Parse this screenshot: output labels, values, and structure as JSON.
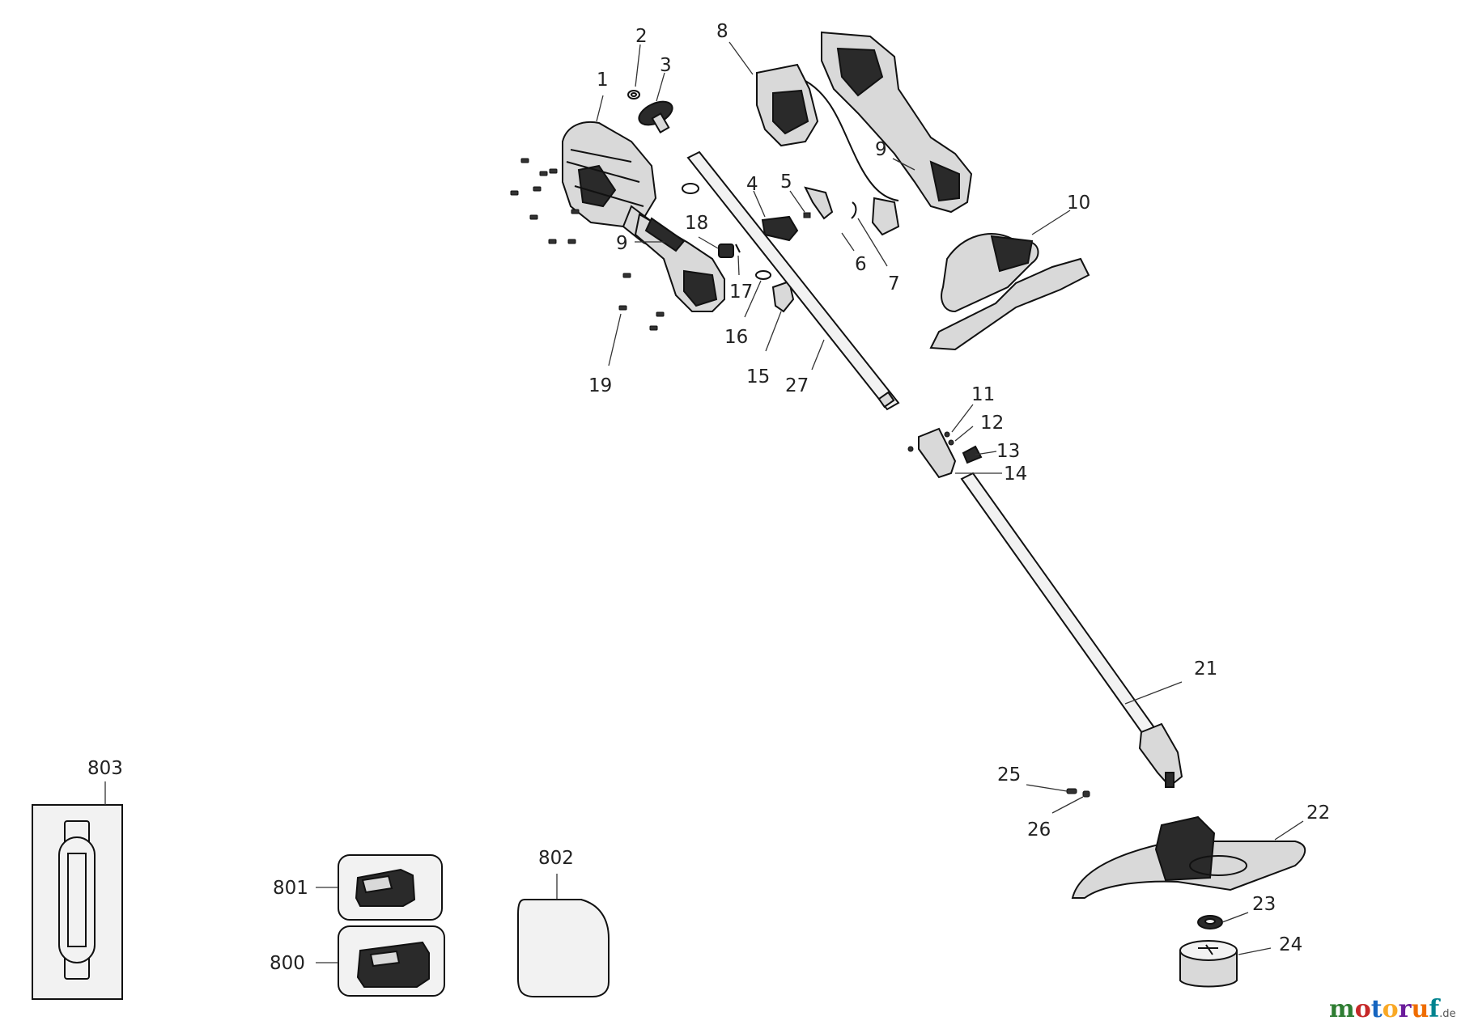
{
  "callouts": [
    {
      "id": "1",
      "label": "1"
    },
    {
      "id": "2",
      "label": "2"
    },
    {
      "id": "3",
      "label": "3"
    },
    {
      "id": "4",
      "label": "4"
    },
    {
      "id": "5",
      "label": "5"
    },
    {
      "id": "6",
      "label": "6"
    },
    {
      "id": "7",
      "label": "7"
    },
    {
      "id": "8",
      "label": "8"
    },
    {
      "id": "9a",
      "label": "9"
    },
    {
      "id": "9b",
      "label": "9"
    },
    {
      "id": "10",
      "label": "10"
    },
    {
      "id": "11",
      "label": "11"
    },
    {
      "id": "12",
      "label": "12"
    },
    {
      "id": "13",
      "label": "13"
    },
    {
      "id": "14",
      "label": "14"
    },
    {
      "id": "15",
      "label": "15"
    },
    {
      "id": "16",
      "label": "16"
    },
    {
      "id": "17",
      "label": "17"
    },
    {
      "id": "18",
      "label": "18"
    },
    {
      "id": "19",
      "label": "19"
    },
    {
      "id": "21",
      "label": "21"
    },
    {
      "id": "22",
      "label": "22"
    },
    {
      "id": "23",
      "label": "23"
    },
    {
      "id": "24",
      "label": "24"
    },
    {
      "id": "25",
      "label": "25"
    },
    {
      "id": "26",
      "label": "26"
    },
    {
      "id": "27",
      "label": "27"
    },
    {
      "id": "800",
      "label": "800"
    },
    {
      "id": "801",
      "label": "801"
    },
    {
      "id": "802",
      "label": "802"
    },
    {
      "id": "803",
      "label": "803"
    }
  ],
  "watermark": {
    "letters": [
      {
        "char": "m",
        "color": "#2e7d32"
      },
      {
        "char": "o",
        "color": "#c62828"
      },
      {
        "char": "t",
        "color": "#1565c0"
      },
      {
        "char": "o",
        "color": "#f9a825"
      },
      {
        "char": "r",
        "color": "#6a1b9a"
      },
      {
        "char": "u",
        "color": "#ef6c00"
      },
      {
        "char": "f",
        "color": "#00838f"
      }
    ],
    "suffix": ".de"
  }
}
